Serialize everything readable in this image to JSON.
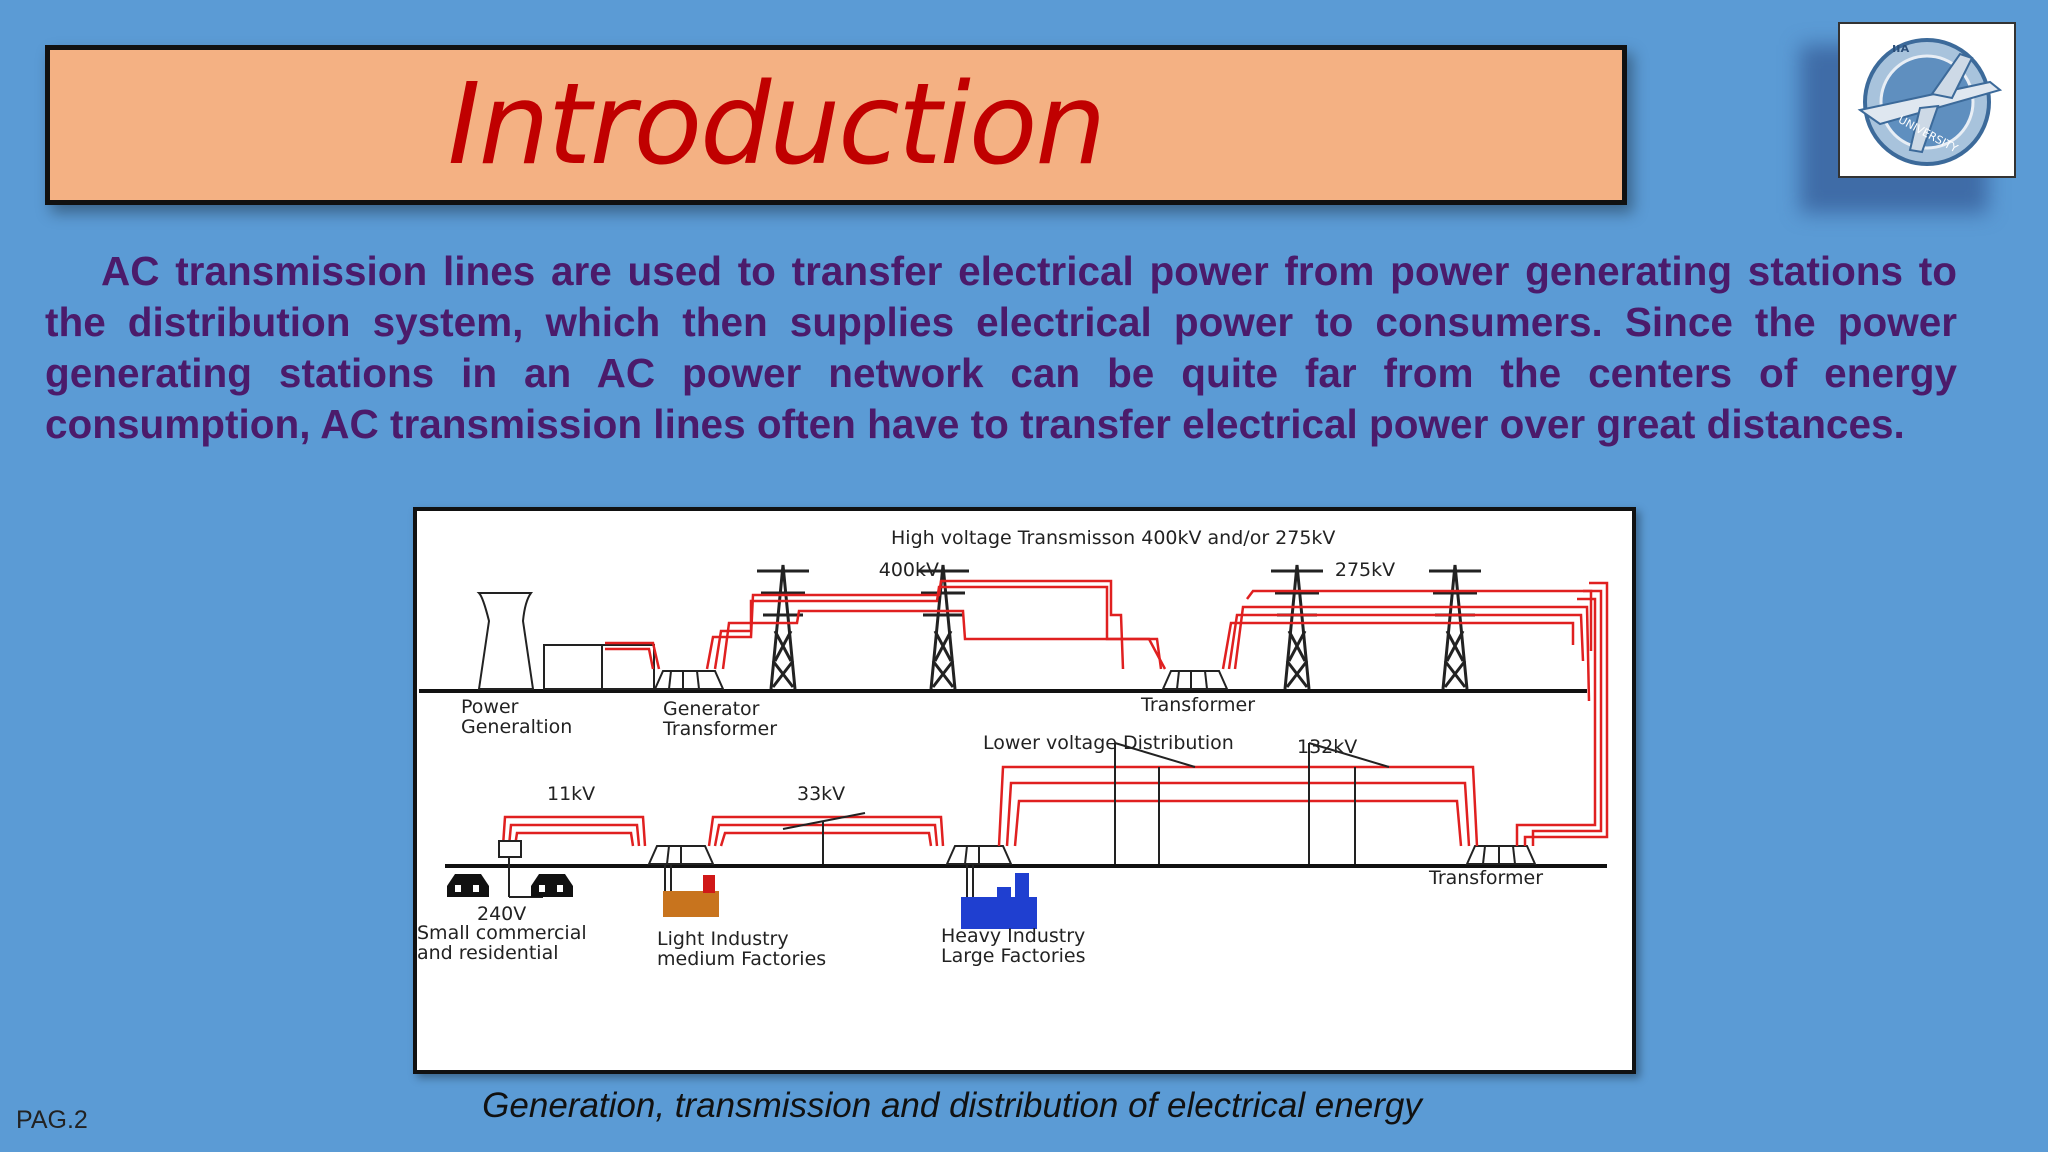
{
  "slide": {
    "title": "Introduction",
    "body": "AC transmission lines are used to transfer electrical power from power generating stations to the distribution system, which then supplies electrical power to consumers. Since the power generating stations in an AC power network can be quite far from the centers of energy consumption, AC transmission lines often have to transfer electrical power over great distances.",
    "caption": "Generation, transmission and distribution of electrical energy",
    "page": "PAG.2"
  },
  "logo": {
    "icon": "university-airplane-logo",
    "text": "UNIVERSITY"
  },
  "diagram": {
    "top_label": "High voltage Transmisson 400kV and/or 275kV",
    "v400": "400kV",
    "v275": "275kV",
    "power_gen_1": "Power",
    "power_gen_2": "Generaltion",
    "gen_tr_1": "Generator",
    "gen_tr_2": "Transformer",
    "transformer_top": "Transformer",
    "lower_dist": "Lower voltage Distribution",
    "v132": "132kV",
    "v11": "11kV",
    "v33": "33kV",
    "transformer_bottom": "Transformer",
    "v240": "240V",
    "small_1": "Small commercial",
    "small_2": "and residential",
    "light_1": "Light Industry",
    "light_2": "medium Factories",
    "heavy_1": "Heavy Industry",
    "heavy_2": "Large Factories",
    "colors": {
      "line_red": "#e02020",
      "ground": "#111111",
      "factory_light": "#c8741e",
      "factory_heavy": "#1f3fd0"
    }
  }
}
